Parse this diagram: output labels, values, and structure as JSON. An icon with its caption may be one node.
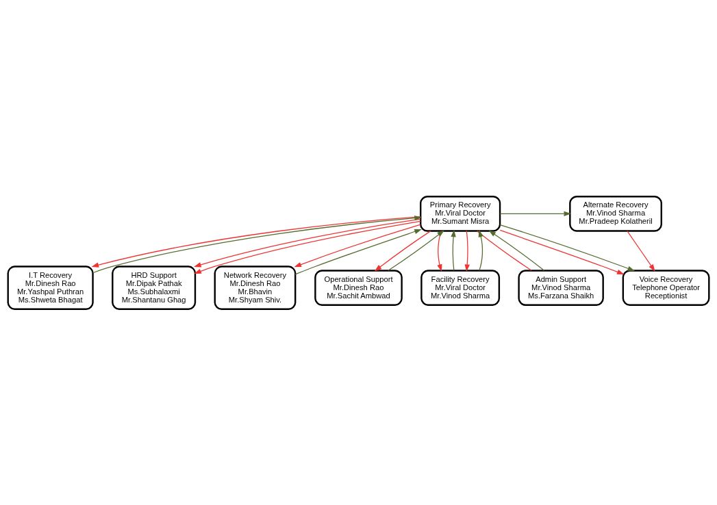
{
  "diagram": {
    "nodes": [
      {
        "text": [
          "Primary Recovery",
          "Mr.Viral Doctor",
          "Mr.Sumant Misra"
        ]
      },
      {
        "text": [
          "Alternate Recovery",
          "Mr.Vinod Sharma",
          "Mr.Pradeep Kolatheril"
        ]
      },
      {
        "text": [
          "Voice Recovery",
          "Telephone Operator",
          "Receptionist"
        ]
      },
      {
        "text": [
          "I.T Recovery",
          "Mr.Dinesh Rao",
          "Mr.Yashpal Puthran",
          "Ms.Shweta Bhagat"
        ]
      },
      {
        "text": [
          "HRD Support",
          "Mr.Dipak Pathak",
          "Ms.Subhalaxmi",
          "Mr.Shantanu Ghag"
        ]
      },
      {
        "text": [
          "Network Recovery",
          "Mr.Dinesh Rao",
          "Mr.Bhavin",
          "Mr.Shyam Shiv."
        ]
      },
      {
        "text": [
          "Operational Support",
          "Mr.Dinesh Rao",
          "Mr.Sachit Ambwad"
        ]
      },
      {
        "text": [
          "Facility Recovery",
          "Mr.Viral Doctor",
          "Mr.Vinod Sharma"
        ]
      },
      {
        "text": [
          "Admin Support",
          "Mr.Vinod Sharma",
          "Ms.Farzana Shaikh"
        ]
      }
    ],
    "edges": [
      {
        "from": 0,
        "to": 3,
        "arrow": "to"
      },
      {
        "from": 3,
        "to": 0,
        "arrow": "to",
        "color": "#556b2f"
      },
      {
        "from": 6,
        "to": 0,
        "arrow": "to",
        "color": "#556b2f"
      },
      {
        "from": 0,
        "to": 6,
        "arrow": "to"
      },
      {
        "from": 0,
        "to": 7,
        "arrow": "to"
      },
      {
        "from": 7,
        "to": 0,
        "arrow": "to",
        "color": "#556b2f"
      },
      {
        "from": 0,
        "to": 4,
        "arrow": "to"
      },
      {
        "from": 1,
        "to": 2,
        "arrow": "to"
      },
      {
        "from": 0,
        "to": 1,
        "arrow": "to",
        "color": "#556b2f"
      },
      {
        "from": 0,
        "to": 2,
        "arrow": "to"
      },
      {
        "from": 0,
        "to": 2,
        "arrow": "to",
        "color": "#556b2f"
      },
      {
        "from": 0,
        "to": 5,
        "arrow": "to"
      },
      {
        "from": 5,
        "to": 0,
        "arrow": "to",
        "color": "#556b2f"
      },
      {
        "from": 0,
        "to": 8,
        "arrow": "none"
      },
      {
        "from": 8,
        "to": 0,
        "arrow": "to",
        "color": "#556b2f"
      },
      {
        "from": 0,
        "to": 4,
        "arrow": "to"
      },
      {
        "from": 0,
        "to": 7,
        "arrow": "to"
      },
      {
        "from": 7,
        "to": 0,
        "arrow": "to",
        "color": "#556b2f"
      }
    ]
  }
}
